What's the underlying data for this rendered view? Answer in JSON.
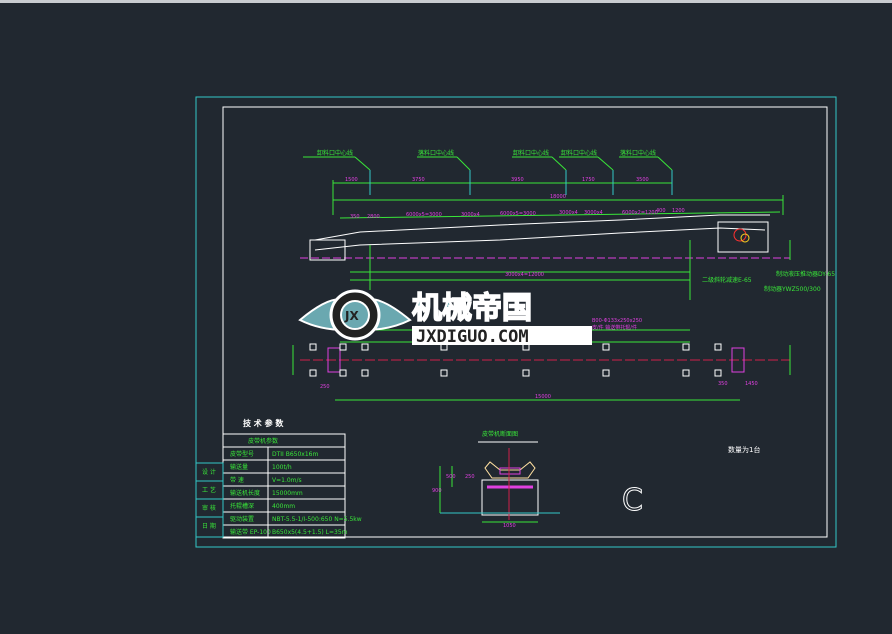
{
  "colors": {
    "background": "#212830",
    "border": "#33c7c7",
    "dimension": "#39e639",
    "text_magenta": "#e040e0",
    "centerline": "#d0204a"
  },
  "labels_top": [
    "卸料口中心线",
    "落料口中心线",
    "卸料口中心线",
    "卸料口中心线",
    "落料口中心线"
  ],
  "dims_top": [
    "1500",
    "3750",
    "3950",
    "1750",
    "3500"
  ],
  "dim_overall": "18000",
  "dims_conveyor": [
    "350",
    "2800",
    "6000x5=3000",
    "3000x4",
    "6000x5=3000",
    "3000x4",
    "3000x4",
    "6000x2=1200",
    "400",
    "1200"
  ],
  "dim_bottom_run": "3000x4=12000",
  "right_labels": [
    "二级斜轮减速E-65",
    "制动液压推动器DY-65",
    "制动器YWZ500/300"
  ],
  "mid_labels": [
    "B00-Φ133x250x250",
    "皮/件 输送带托辊/件"
  ],
  "plan_dims": {
    "overall": "15000",
    "left": "250",
    "right": "1450",
    "spacing": "350"
  },
  "watermark": {
    "chinese": "机械帝国",
    "url": "JXDIGUO.COM",
    "badge": "JX"
  },
  "spec_table": {
    "title": "技 术 参 数",
    "header": "皮带机参数",
    "rows": [
      {
        "label": "皮带型号",
        "value": "DTII B650x16m"
      },
      {
        "label": "输送量",
        "value": "100t/h"
      },
      {
        "label": "带 速",
        "value": "V=1.0m/s"
      },
      {
        "label": "输送机长度",
        "value": "15000mm"
      },
      {
        "label": "托辊槽深",
        "value": "400mm"
      },
      {
        "label": "驱动装置",
        "value": "NBT-5.5-1/I-500:650 N=5.5kw"
      },
      {
        "label": "输送带 EP-100",
        "value": "B650x5(4.5+1.5) L=35m"
      }
    ],
    "side_labels": [
      "设 计",
      "工 艺",
      "审 核",
      "日 期"
    ]
  },
  "section": {
    "title": "皮带机断面图",
    "dims": [
      "250",
      "500",
      "900",
      "1050"
    ]
  },
  "quantity_note": "数量为1台",
  "revision_letter": "C"
}
